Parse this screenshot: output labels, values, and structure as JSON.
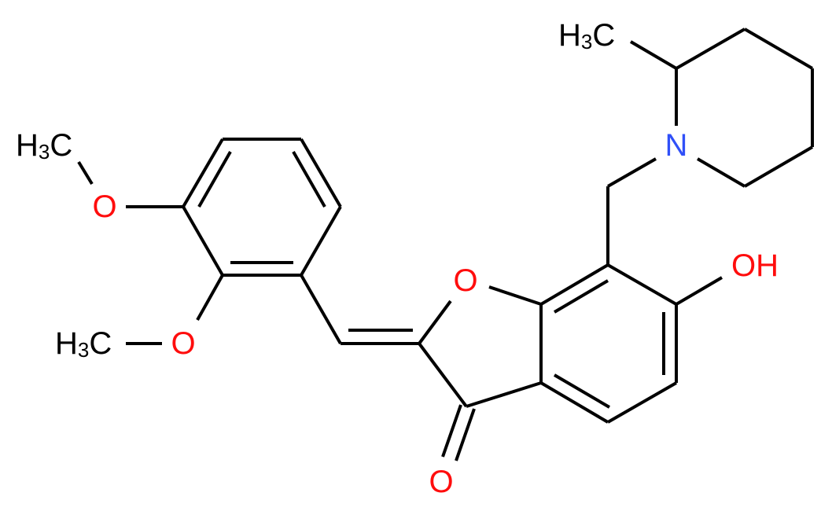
{
  "diagram": {
    "type": "chemical-structure",
    "colors": {
      "bond": "#000000",
      "carbon_label": "#000000",
      "oxygen": "#ff0d0d",
      "nitrogen": "#3050f8",
      "background": "#ffffff"
    },
    "labels": {
      "methyl_top_left": {
        "main": "H",
        "sub": "3",
        "tail": "C"
      },
      "methoxy_O_upper": "O",
      "methyl_lower_left": {
        "main": "H",
        "sub": "3",
        "tail": "C"
      },
      "methoxy_O_lower": "O",
      "furan_O": "O",
      "carbonyl_O": "O",
      "hydroxyl": "OH",
      "piperidine_N": "N",
      "methyl_piperidine": {
        "main": "H",
        "sub": "3",
        "tail": "C"
      }
    },
    "molecule": {
      "name": "(2Z)-2-[(2,3-dimethoxyphenyl)methylidene]-6-hydroxy-7-[(2-methylpiperidin-1-yl)methyl]-1-benzofuran-3-one",
      "functional_groups": [
        "methoxy",
        "methoxy",
        "benzylidene",
        "benzofuranone",
        "ketone",
        "hydroxyl",
        "piperidine",
        "methyl"
      ]
    }
  }
}
